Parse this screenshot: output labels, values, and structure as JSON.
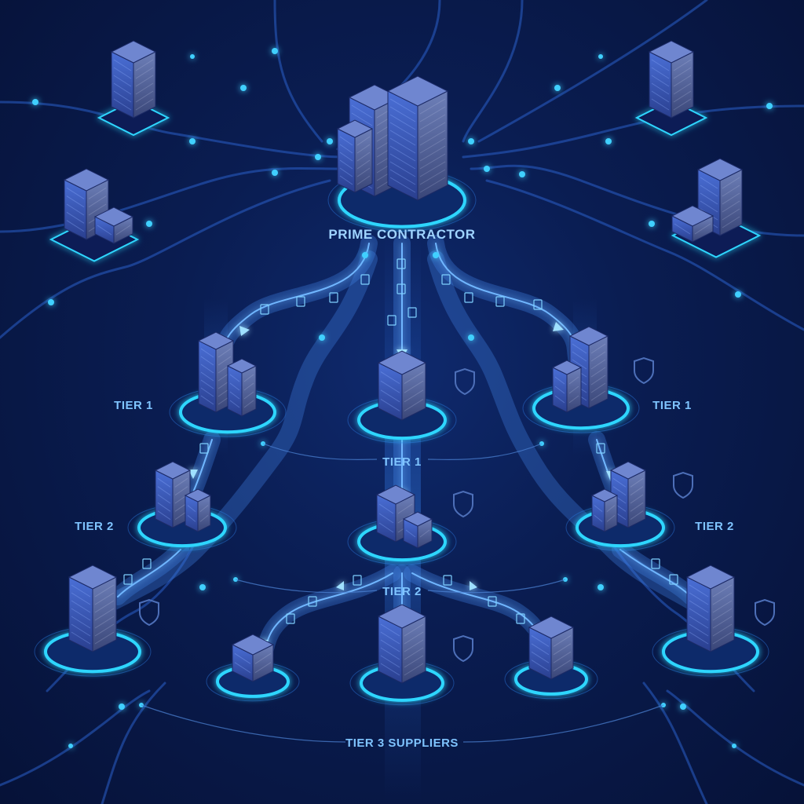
{
  "diagram": {
    "title": "PRIME CONTRACTOR",
    "tiers": {
      "tier1_left": "TIER 1",
      "tier1_center": "TIER 1",
      "tier1_right": "TIER 1",
      "tier2_left": "TIER 2",
      "tier2_center": "TIER 2",
      "tier2_right": "TIER 2",
      "tier3": "TIER 3 SUPPLIERS"
    }
  },
  "colors": {
    "background": "#07143a",
    "path": "#3f7fe0",
    "glow": "#2fd6ff",
    "building": "#3a57b8",
    "label": "#7fc4ff"
  },
  "icons": [
    "building-icon",
    "shield-icon",
    "document-icon",
    "arrow-down-icon"
  ]
}
